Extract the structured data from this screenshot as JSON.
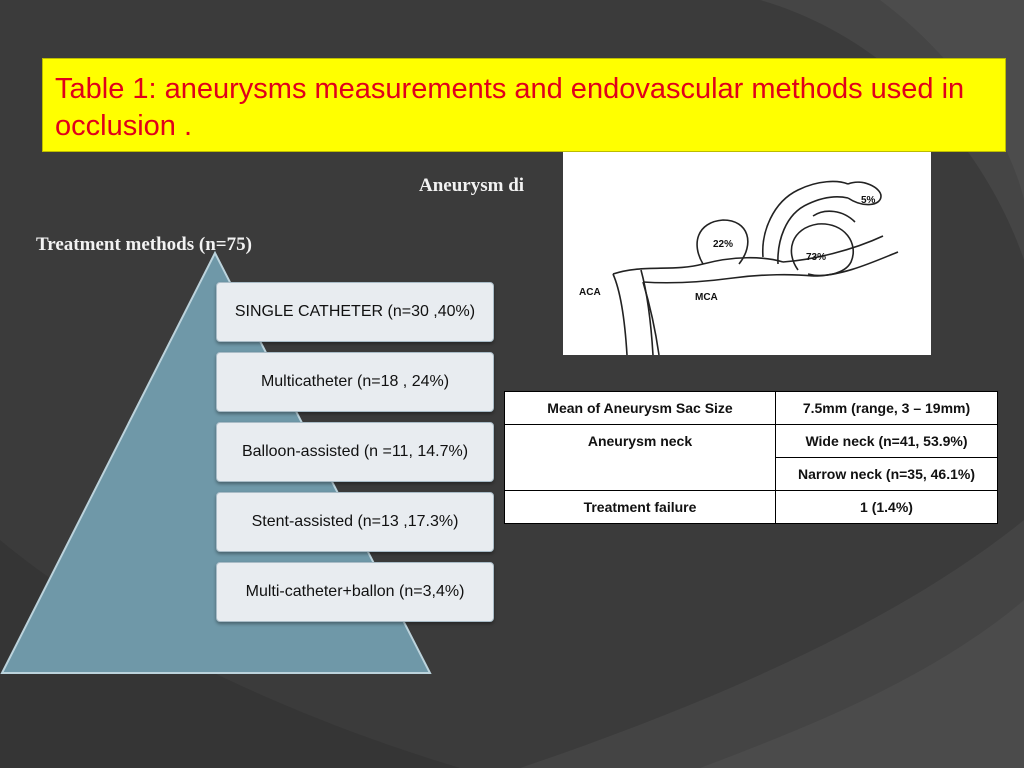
{
  "slide": {
    "title": "Table 1: aneurysms measurements and endovascular methods used in occlusion .",
    "aneurysm_heading": "Aneurysm di",
    "treatment_heading": "Treatment methods (n=75)"
  },
  "diagram": {
    "labels": [
      "5%",
      "22%",
      "73%",
      "ACA",
      "MCA"
    ]
  },
  "pyramid": {
    "steps": [
      "SINGLE CATHETER (n=30 ,40%)",
      "Multicatheter (n=18 , 24%)",
      "Balloon-assisted (n =11, 14.7%)",
      "Stent-assisted (n=13 ,17.3%)",
      "Multi-catheter+ballon (n=3,4%)"
    ]
  },
  "table": {
    "rows": [
      {
        "label": "Mean of Aneurysm Sac Size",
        "value": "7.5mm (range, 3 – 19mm)"
      },
      {
        "label": "Aneurysm neck",
        "value": "Wide neck (n=41, 53.9%)"
      },
      {
        "label": "",
        "value": "Narrow neck (n=35, 46.1%)"
      },
      {
        "label": "Treatment failure",
        "value": "1 (1.4%)"
      }
    ]
  },
  "colors": {
    "background": "#3b3b3b",
    "title_box": "#ffff00",
    "title_text": "#e0001b",
    "pyramid_fill": "#6f98a8"
  }
}
